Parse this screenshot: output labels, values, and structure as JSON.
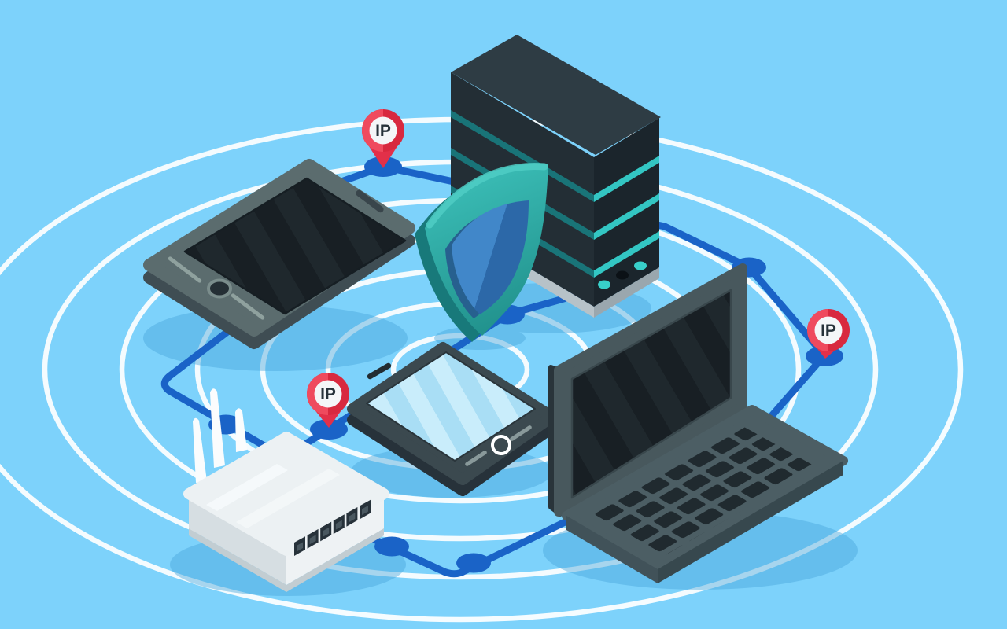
{
  "scene": {
    "type": "isometric-illustration",
    "subject": "Network of devices (server, laptop, tablet, smartphone, wifi router) protected by a security shield, connected by lines with IP location pins",
    "background_color": "#7dd2fb",
    "connection_color": "#1a63c7",
    "ring_color": "#ffffff",
    "accent_teal": "#2fa9a2",
    "pin_red": "#e63a50",
    "pins": [
      {
        "position": "top-center",
        "label": "IP"
      },
      {
        "position": "middle-left",
        "label": "IP"
      },
      {
        "position": "middle-right",
        "label": "IP"
      }
    ],
    "devices": [
      "server-rack",
      "tablet",
      "security-shield",
      "smartphone",
      "wifi-router",
      "laptop"
    ]
  }
}
